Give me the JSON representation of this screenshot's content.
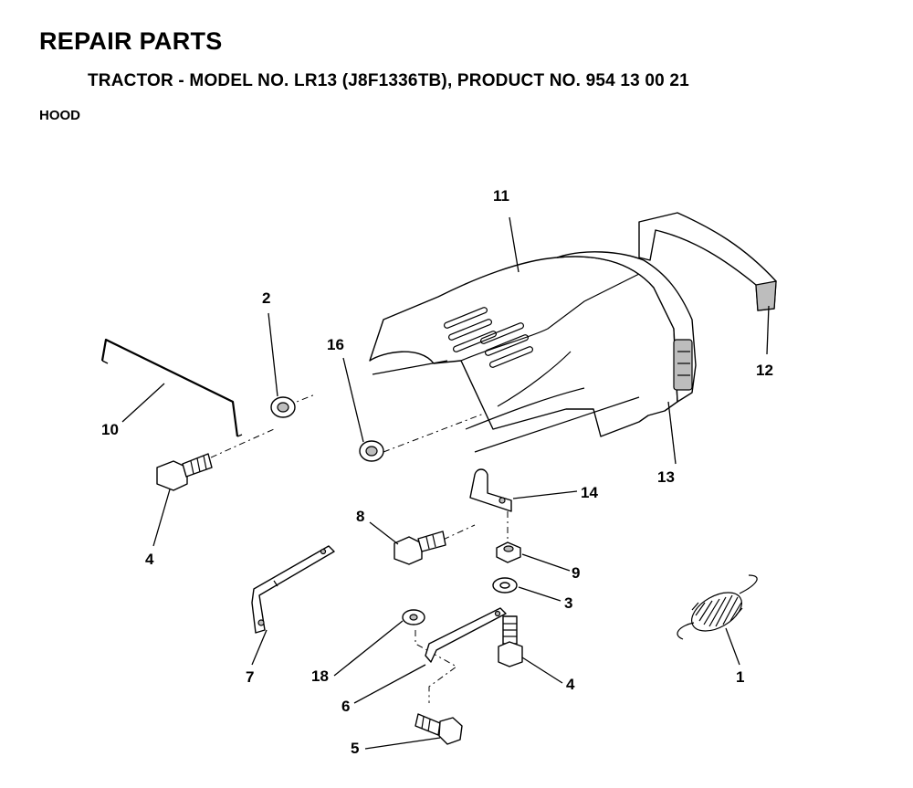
{
  "header": {
    "title": "REPAIR PARTS",
    "subtitle": "TRACTOR - MODEL NO. LR13 (J8F1336TB), PRODUCT NO. 954 13 00 21",
    "section": "HOOD"
  },
  "callouts": {
    "c1": "1",
    "c2": "2",
    "c3": "3",
    "c4a": "4",
    "c4b": "4",
    "c5": "5",
    "c6": "6",
    "c7": "7",
    "c8": "8",
    "c9": "9",
    "c10": "10",
    "c11": "11",
    "c12": "12",
    "c13": "13",
    "c14": "14",
    "c16": "16",
    "c18": "18"
  }
}
